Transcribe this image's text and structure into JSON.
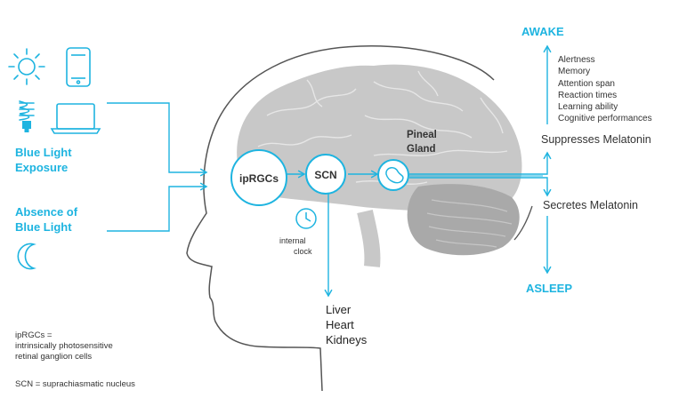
{
  "labels": {
    "blue_light_1": "Blue Light",
    "blue_light_2": "Exposure",
    "absence_1": "Absence of",
    "absence_2": "Blue Light",
    "iprgc_node": "ipRGCs",
    "scn_node": "SCN",
    "pineal_1": "Pineal",
    "pineal_2": "Gland",
    "clock_1": "internal",
    "clock_2": "clock",
    "awake": "AWAKE",
    "asleep": "ASLEEP",
    "suppresses": "Suppresses Melatonin",
    "secretes": "Secretes Melatonin"
  },
  "awake_effects": [
    "Alertness",
    "Memory",
    "Attention span",
    "Reaction times",
    "Learning ability",
    "Cognitive performances"
  ],
  "organs": [
    "Liver",
    "Heart",
    "Kidneys"
  ],
  "glossary": {
    "iprgc_line1": "ipRGCs =",
    "iprgc_line2": "intrinsically photosensitive",
    "iprgc_line3": "retinal ganglion cells",
    "scn_def": "SCN = suprachiasmatic nucleus"
  },
  "icons": [
    "sun-icon",
    "smartphone-icon",
    "cfl-bulb-icon",
    "laptop-icon",
    "crescent-moon-icon",
    "clock-icon"
  ],
  "colors": {
    "accent": "#1eb4e0",
    "brain": "#c8c8c8",
    "outline": "#555555",
    "text": "#333333"
  }
}
